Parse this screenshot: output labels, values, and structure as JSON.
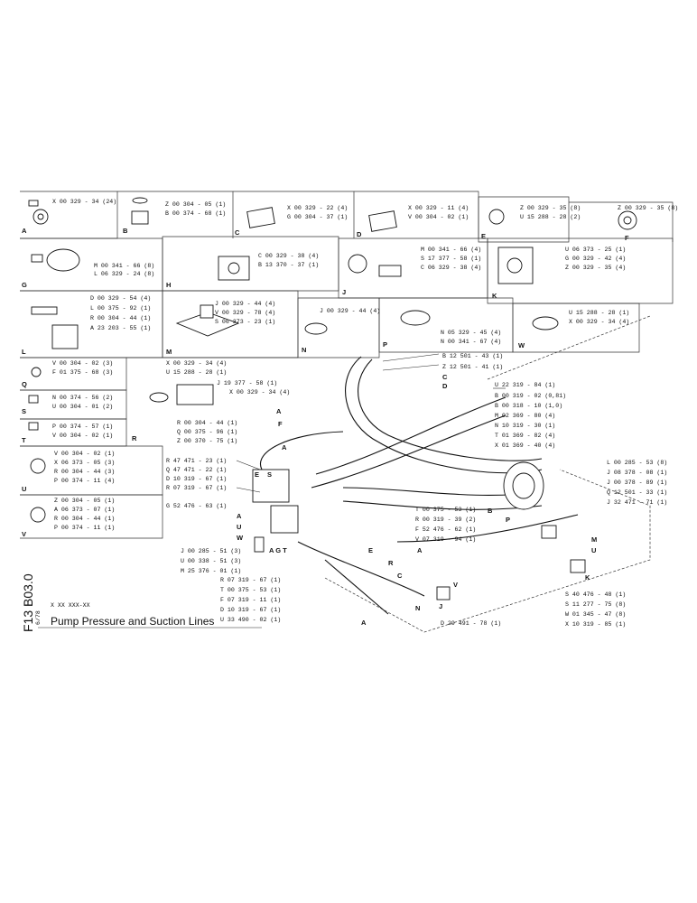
{
  "doc": {
    "title": "Pump Pressure and Suction Lines",
    "code_side": "F13 B03.0",
    "code_ref": "X XX XXX-XX",
    "date": "6/78"
  },
  "insets": [
    {
      "id": "A",
      "labels": [
        "X 00 329 - 34 (24)"
      ]
    },
    {
      "id": "B",
      "labels": [
        "Z 00 304 - 05 (1)",
        "B 00 374 - 68 (1)"
      ]
    },
    {
      "id": "C",
      "labels": [
        "X 00 329 - 22 (4)",
        "G 00 304 - 37 (1)"
      ]
    },
    {
      "id": "D",
      "labels": [
        "X 00 329 - 11 (4)",
        "V 00 304 - 02 (1)"
      ]
    },
    {
      "id": "E",
      "labels": [
        "Z 00 329 - 35 (8)",
        "U 15 288 - 28 (2)"
      ]
    },
    {
      "id": "F",
      "labels": [
        "Z 00 329 - 35 (8)"
      ]
    },
    {
      "id": "G",
      "labels": [
        "M 00 341 - 66 (8)",
        "L 06 329 - 24 (8)"
      ]
    },
    {
      "id": "H",
      "labels": [
        "C 00 329 - 38 (4)",
        "B 13 370 - 37 (1)"
      ]
    },
    {
      "id": "J",
      "labels": [
        "M 00 341 - 66 (4)",
        "S 17 377 - 58 (1)",
        "C 06 329 - 38 (4)"
      ]
    },
    {
      "id": "K",
      "labels": [
        "U 06 373 - 25 (1)",
        "G 00 329 - 42 (4)",
        "Z 00 329 - 35 (4)"
      ]
    },
    {
      "id": "L",
      "labels": [
        "D 00 329 - 54 (4)",
        "L 00 375 - 92 (1)",
        "R 00 304 - 44 (1)",
        "A 23 203 - 55 (1)"
      ]
    },
    {
      "id": "M",
      "labels": [
        "J 00 329 - 44 (4)",
        "V 00 329 - 78 (4)",
        "S 06 373 - 23 (1)"
      ]
    },
    {
      "id": "N",
      "labels": [
        "J 00 329 - 44 (4)"
      ]
    },
    {
      "id": "P",
      "labels": [
        "N 05 329 - 45 (4)",
        "N 00 341 - 67 (4)"
      ]
    },
    {
      "id": "W",
      "labels": [
        "U 15 288 - 28 (1)",
        "X 00 329 - 34 (4)"
      ]
    },
    {
      "id": "Q",
      "labels": [
        "V 00 304 - 02 (3)",
        "F 01 375 - 68 (3)"
      ]
    },
    {
      "id": "R",
      "labels": [
        "X 00 329 - 34 (4)",
        "U 15 288 - 28 (1)",
        "J 19 377 - 58 (1)",
        "X 00 329 - 34 (4)",
        "R 00 304 - 44 (1)",
        "Q 00 375 - 96 (1)",
        "Z 00 370 - 75 (1)"
      ]
    },
    {
      "id": "S",
      "labels": [
        "N 00 374 - 56 (2)",
        "U 00 304 - 01 (2)"
      ]
    },
    {
      "id": "T",
      "labels": [
        "P 00 374 - 57 (1)",
        "V 00 304 - 02 (1)"
      ]
    },
    {
      "id": "U",
      "labels": [
        "V 00 304 - 02 (1)",
        "X 06 373 - 05 (3)",
        "R 00 304 - 44 (3)",
        "P 00 374 - 11 (4)"
      ]
    },
    {
      "id": "V",
      "labels": [
        "Z 00 304 - 05 (1)",
        "A 06 373 - 07 (1)",
        "R 00 304 - 44 (1)",
        "P 00 374 - 11 (1)"
      ]
    }
  ],
  "main": {
    "right_callouts": [
      "B 12 501 - 43 (1)",
      "Z 12 501 - 41 (1)",
      "U 22 319 - 84 (1)",
      "B 00 319 - 02 (0,81)",
      "B 00 318 - 10 (1,0)",
      "M 02 369 - 80 (4)",
      "N 10 319 - 30 (1)",
      "T 01 369 - 82 (4)",
      "X 01 369 - 40 (4)"
    ],
    "far_right": [
      "L 00 285 - 53 (8)",
      "J 08 378 - 08 (1)",
      "J 00 378 - 89 (1)",
      "Q 12 501 - 33 (1)",
      "J 32 471 - 71 (1)"
    ],
    "left_callouts": [
      "R 47 471 - 23 (1)",
      "Q 47 471 - 22 (1)",
      "D 10 319 - 67 (1)",
      "R 07 319 - 67 (1)",
      "G 52 476 - 63 (1)"
    ],
    "mid_callouts": [
      "T 00 375 - 53 (1)",
      "R 00 319 - 39 (2)",
      "F 52 476 - 62 (1)",
      "V 07 319 - 94 (1)"
    ],
    "lower_left": [
      "J 00 285 - 51 (3)",
      "U 00 338 - 51 (3)",
      "M 25 376 - 01 (1)"
    ],
    "lower_mid": [
      "R 07 319 - 67 (1)",
      "T 00 375 - 53 (1)",
      "F 07 319 - 11 (1)",
      "D 10 319 - 67 (1)",
      "U 33 490 - 02 (1)"
    ],
    "bottom_right": [
      "S 40 476 - 48 (1)",
      "S 11 277 - 75 (8)",
      "W 01 345 - 47 (8)",
      "X 10 319 - 85 (1)"
    ],
    "bottom_j": "D 29 491 - 78 (1)"
  }
}
